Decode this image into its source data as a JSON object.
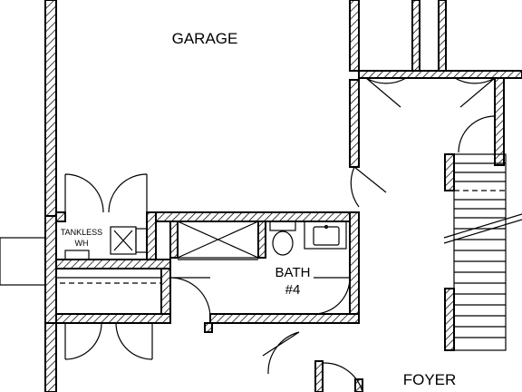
{
  "labels": {
    "garage": "GARAGE",
    "tankless_line1": "TANKLESS",
    "tankless_line2": "WH",
    "bath_line1": "BATH",
    "bath_line2": "#4",
    "foyer": "FOYER"
  },
  "colors": {
    "ink": "#000000",
    "paper": "#ffffff"
  }
}
